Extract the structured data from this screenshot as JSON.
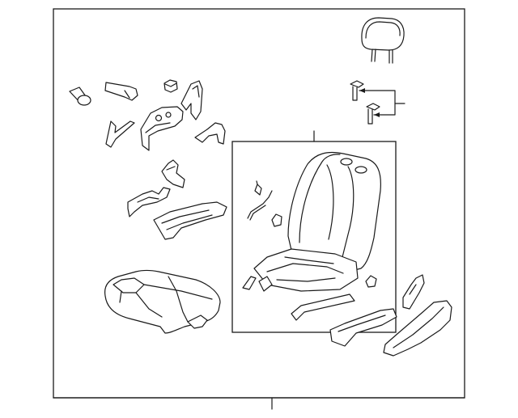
{
  "diagram": {
    "labels": [],
    "colors": {
      "line": "#1a1a1a",
      "background": "#ffffff"
    },
    "parts": [
      "headrest",
      "headrest-guide-upper",
      "headrest-guide-lower",
      "seatback-assembly",
      "seat-cushion",
      "recliner-lever",
      "knob",
      "cap",
      "recliner-cover",
      "hinge-bracket",
      "side-shield-inner",
      "side-shield-outer",
      "seat-track-cover",
      "clip",
      "wire"
    ]
  }
}
